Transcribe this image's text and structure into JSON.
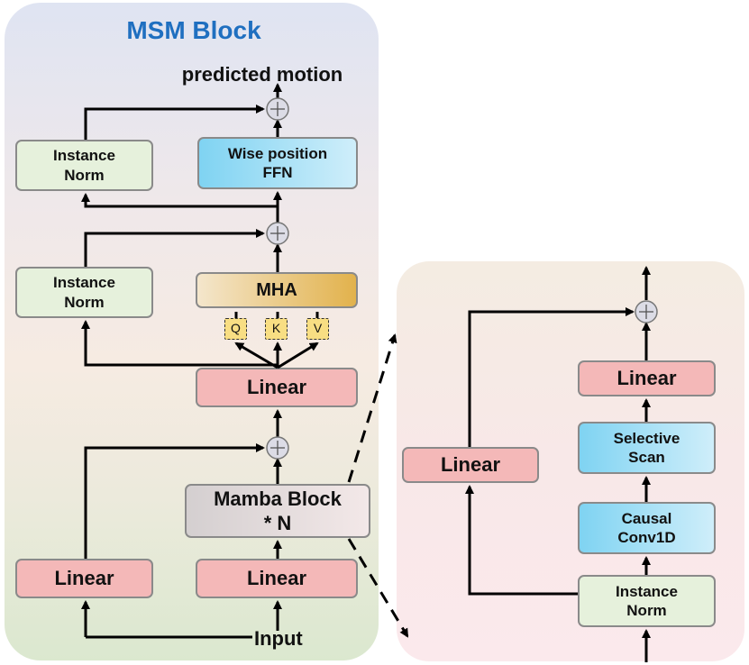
{
  "msm_block": {
    "title": "MSM Block",
    "output_label": "predicted motion",
    "input_label": "Input",
    "instance_norm_top": "Instance\nNorm",
    "ffn": "Wise position\nFFN",
    "instance_norm_mid": "Instance\nNorm",
    "mha": "MHA",
    "q": "Q",
    "k": "K",
    "v": "V",
    "linear_mid": "Linear",
    "mamba_block": "Mamba Block\n* N",
    "linear_left": "Linear",
    "linear_bottom": "Linear"
  },
  "mamba_detail": {
    "linear_side": "Linear",
    "linear_top": "Linear",
    "selective_scan": "Selective\nScan",
    "causal_conv": "Causal\nConv1D",
    "instance_norm": "Instance\nNorm"
  },
  "colors": {
    "title": "#1f6fc0",
    "green_box": "#e6f1dc",
    "red_box": "#f4b8b8",
    "blue_box": "#7fd3f2",
    "mha_box": "#e2b24c",
    "qkv_box": "#f8de83"
  }
}
